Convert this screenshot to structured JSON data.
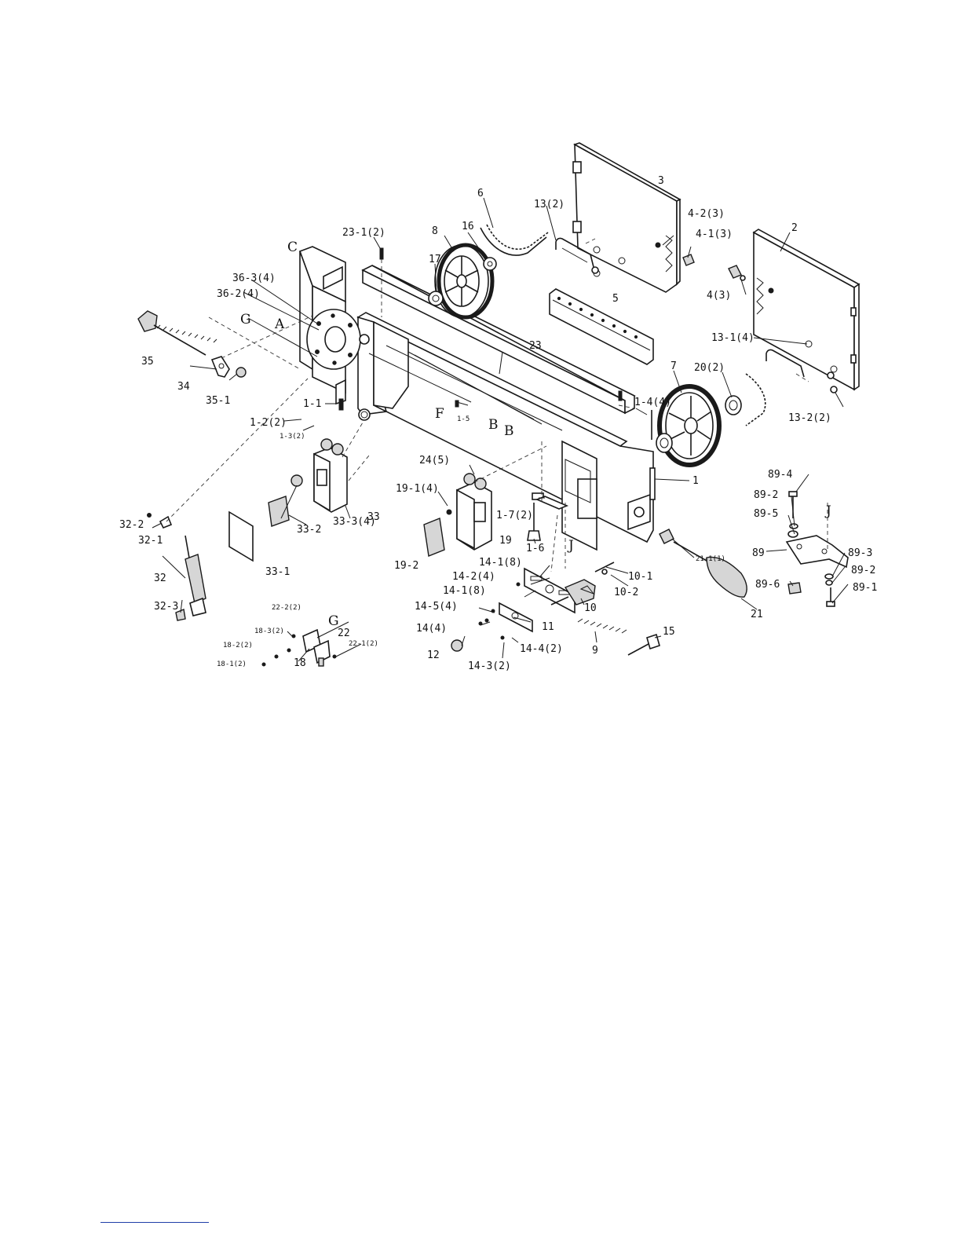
{
  "diagram": {
    "kind": "exploded parts view",
    "reference_letters": {
      "A": "A",
      "B1": "B",
      "B2": "B",
      "C": "C",
      "F": "F",
      "G1": "G",
      "G2": "G",
      "J1": "J",
      "J2": "J"
    },
    "callouts": {
      "c1": "1",
      "c1_1": "1-1",
      "c1_2": "1-2(2)",
      "c1_3": "1-3(2)",
      "c1_4": "1-4(4)",
      "c1_5": "1-5",
      "c1_6": "1-6",
      "c1_7": "1-7(2)",
      "c2": "2",
      "c3": "3",
      "c4": "4(3)",
      "c4_1": "4-1(3)",
      "c4_2": "4-2(3)",
      "c5": "5",
      "c6": "6",
      "c7": "7",
      "c8": "8",
      "c9": "9",
      "c10": "10",
      "c10_1": "10-1",
      "c10_2": "10-2",
      "c11": "11",
      "c12": "12",
      "c13": "13(2)",
      "c13_1": "13-1(4)",
      "c13_2": "13-2(2)",
      "c14": "14(4)",
      "c14_1a": "14-1(8)",
      "c14_1b": "14-1(8)",
      "c14_2": "14-2(4)",
      "c14_3": "14-3(2)",
      "c14_4": "14-4(2)",
      "c14_5": "14-5(4)",
      "c15": "15",
      "c16": "16",
      "c17": "17",
      "c18": "18",
      "c18_1": "18-1(2)",
      "c18_2": "18-2(2)",
      "c18_3": "18-3(2)",
      "c19": "19",
      "c19_1": "19-1(4)",
      "c19_2": "19-2",
      "c20": "20(2)",
      "c21": "21",
      "c21_1": "21-1(1)",
      "c22": "22",
      "c22_1": "22-1(2)",
      "c22_2": "22-2(2)",
      "c23": "23",
      "c23_1": "23-1(2)",
      "c24": "24(5)",
      "c32": "32",
      "c32_1": "32-1",
      "c32_2": "32-2",
      "c32_3": "32-3",
      "c33": "33",
      "c33_1": "33-1",
      "c33_2": "33-2",
      "c33_3": "33-3(4)",
      "c34": "34",
      "c35": "35",
      "c35_1": "35-1",
      "c36_2": "36-2(4)",
      "c36_3": "36-3(4)",
      "c89": "89",
      "c89_1": "89-1",
      "c89_2a": "89-2",
      "c89_2b": "89-2",
      "c89_3": "89-3",
      "c89_4": "89-4",
      "c89_5": "89-5",
      "c89_6": "89-6"
    }
  },
  "colors": {
    "line": "#1a1a1a",
    "footer_rule": "#1f3fa8"
  }
}
